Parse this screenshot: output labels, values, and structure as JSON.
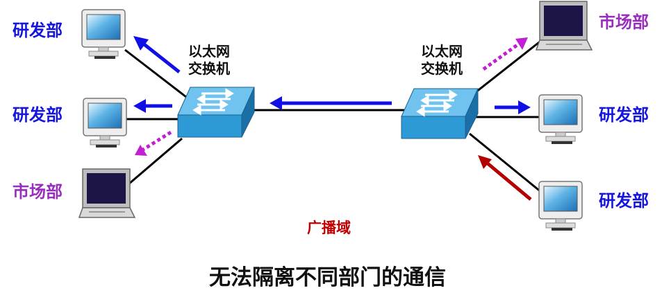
{
  "colors": {
    "rd_label": "#1515e0",
    "mk_label": "#9a2dbf",
    "arrow_blue": "#1010e6",
    "arrow_dotted": "#c11fd1",
    "arrow_red": "#b30000",
    "switch_face": "#2d9ad6",
    "switch_top": "#6fc3ee",
    "broadcast_text": "#c00000"
  },
  "icons": {
    "switch": "ethernet-switch-icon",
    "crt": "crt-monitor-icon",
    "laptop": "laptop-icon"
  },
  "switches": {
    "left": {
      "line1": "以太网",
      "line2": "交换机"
    },
    "right": {
      "line1": "以太网",
      "line2": "交换机"
    }
  },
  "hosts": {
    "left_top": {
      "label": "研发部",
      "device": "crt",
      "dept": "rd"
    },
    "left_mid": {
      "label": "研发部",
      "device": "crt",
      "dept": "rd"
    },
    "left_bottom": {
      "label": "市场部",
      "device": "laptop",
      "dept": "mk"
    },
    "right_top": {
      "label": "市场部",
      "device": "laptop",
      "dept": "mk"
    },
    "right_mid": {
      "label": "研发部",
      "device": "crt",
      "dept": "rd"
    },
    "right_bottom": {
      "label": "研发部",
      "device": "crt",
      "dept": "rd"
    }
  },
  "broadcast_label": "广播域",
  "bottom_caption": "无法隔离不同部门的通信"
}
